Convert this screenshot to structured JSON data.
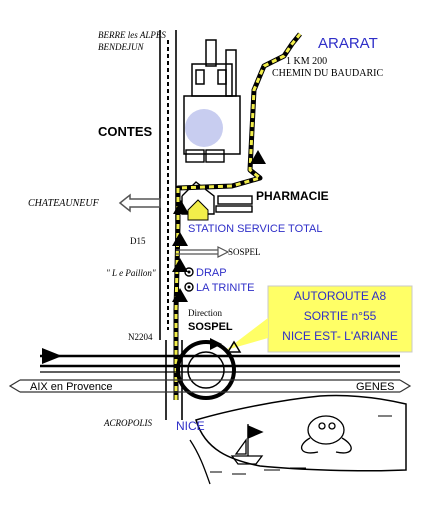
{
  "labels": {
    "destination": "ARARAT",
    "distance": "1 KM 200",
    "road": "CHEMIN DU BAUDARIC",
    "village_top_1": "BERRE les ALPES",
    "village_top_2": "BENDEJUN",
    "contes": "CONTES",
    "chateauneuf": "CHATEAUNEUF",
    "pharmacie": "PHARMACIE",
    "station": "STATION SERVICE TOTAL",
    "d15": "D15",
    "sospel_small": "SOSPEL",
    "paillon": "\" L e Paillon\"",
    "drap": "DRAP",
    "la_trinite": "LA TRINITE",
    "direction": "Direction",
    "sospel": "SOSPEL",
    "n2204": "N2204",
    "aix": "AIX en Provence",
    "genes": "GENES",
    "acropolis": "ACROPOLIS",
    "nice": "NICE"
  },
  "motorway_box": {
    "line1": "AUTOROUTE A8",
    "line2": "SORTIE n°55",
    "line3": "NICE EST- L'ARIANE"
  },
  "colors": {
    "route_yellow": "#f2ee4a",
    "box_fill": "#ffff66",
    "blue_text": "#2f2fc8",
    "marker_blue": "#c8cdf0"
  },
  "icons": [
    "circle-dot-icon-drap",
    "circle-dot-icon-trinite",
    "boat-icon",
    "fish-icon",
    "church-icon"
  ]
}
